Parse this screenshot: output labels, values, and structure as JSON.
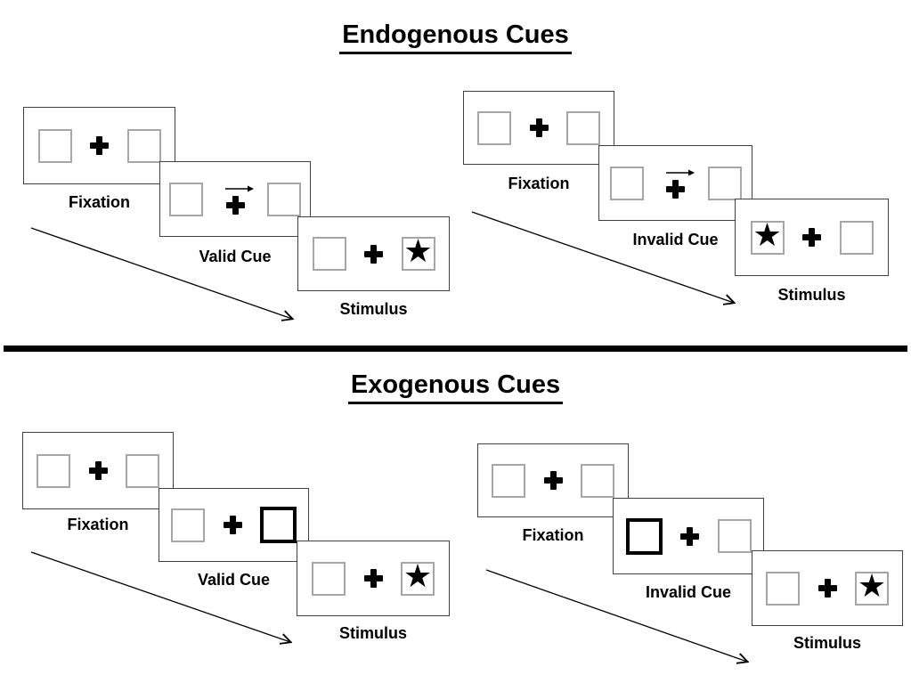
{
  "page": {
    "background": "#ffffff"
  },
  "colors": {
    "panel_border": "#404040",
    "placeholder_box_border": "#a6a6a6",
    "cue_box_border": "#000000",
    "text": "#000000",
    "divider": "#000000"
  },
  "icons": {
    "star": "★",
    "fixation_cross": "heavy-plus-cross",
    "cue_arrow": "arrow-right",
    "timeline_arrow": "diagonal-arrow-down-right"
  },
  "sections": [
    {
      "title": "Endogenous Cues",
      "sequences": [
        {
          "name": "valid",
          "cue_type": "central-arrow-pointing-right",
          "stimulus_side": "right",
          "panels": [
            {
              "label": "Fixation"
            },
            {
              "label": "Valid Cue"
            },
            {
              "label": "Stimulus"
            }
          ]
        },
        {
          "name": "invalid",
          "cue_type": "central-arrow-pointing-right",
          "stimulus_side": "left",
          "panels": [
            {
              "label": "Fixation"
            },
            {
              "label": "Invalid Cue"
            },
            {
              "label": "Stimulus"
            }
          ]
        }
      ]
    },
    {
      "title": "Exogenous Cues",
      "sequences": [
        {
          "name": "valid",
          "cue_type": "peripheral-thick-box-right",
          "stimulus_side": "right",
          "panels": [
            {
              "label": "Fixation"
            },
            {
              "label": "Valid Cue"
            },
            {
              "label": "Stimulus"
            }
          ]
        },
        {
          "name": "invalid",
          "cue_type": "peripheral-thick-box-left",
          "stimulus_side": "right",
          "panels": [
            {
              "label": "Fixation"
            },
            {
              "label": "Invalid Cue"
            },
            {
              "label": "Stimulus"
            }
          ]
        }
      ]
    }
  ]
}
